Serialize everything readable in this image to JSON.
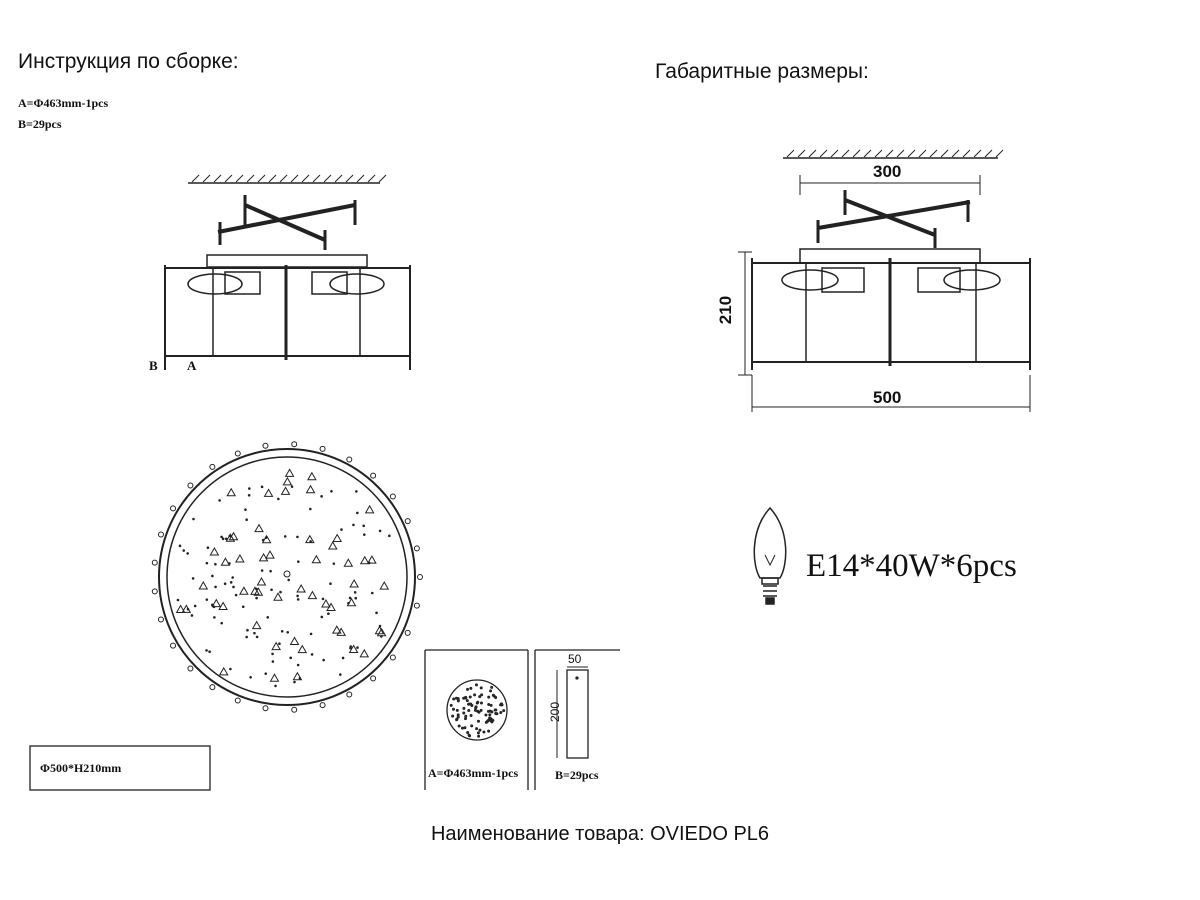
{
  "assembly": {
    "title": "Инструкция по сборке:",
    "part_a": "A=Φ463mm-1pcs",
    "part_b": "B=29pcs",
    "label_b": "B",
    "label_a": "A"
  },
  "dimensions": {
    "title": "Габаритные размеры:",
    "top_width": "300",
    "height": "210",
    "width": "500"
  },
  "bulb": {
    "spec": "E14*40W*6pcs"
  },
  "size_box": {
    "text": "Φ500*H210mm"
  },
  "parts": {
    "a_caption": "A=Φ463mm-1pcs",
    "b_caption": "B=29pcs",
    "b_width": "50",
    "b_height": "200"
  },
  "product": {
    "name": "Наименование товара: OVIEDO PL6"
  }
}
